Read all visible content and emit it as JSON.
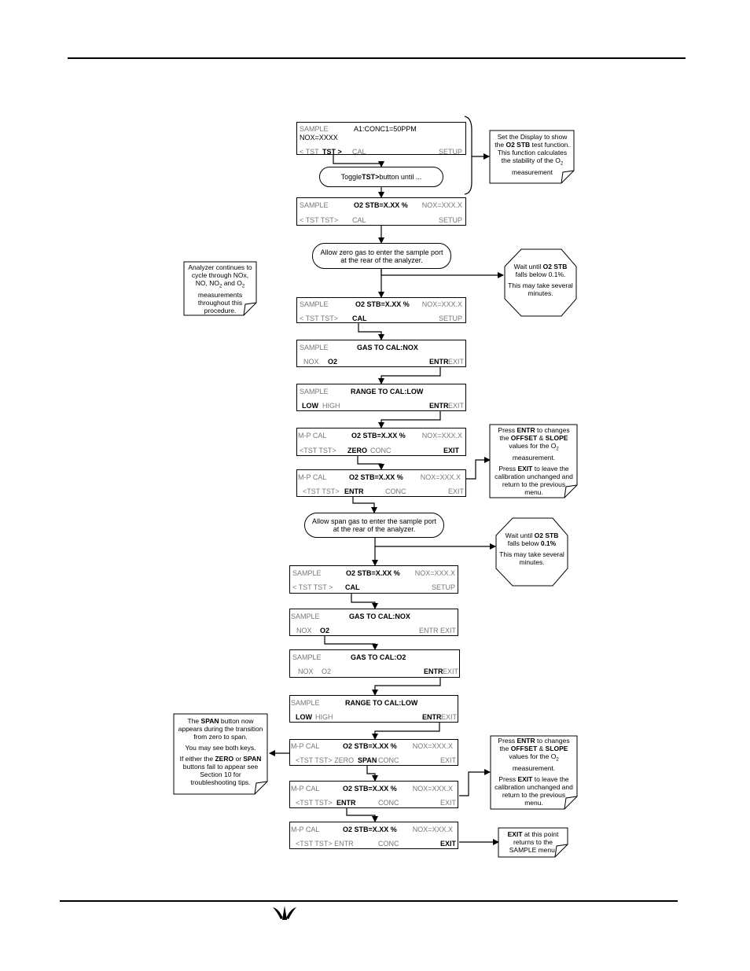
{
  "screens": [
    {
      "l1": {
        "left": "SAMPLE",
        "center": "A1:CONC1=50PPM",
        "right": ""
      },
      "l2": "NOX=XXXX",
      "l3": {
        "left": "< TST",
        "b1": "TST >",
        "mid": "CAL",
        "right": "SETUP"
      }
    },
    {
      "l1": {
        "left": "SAMPLE",
        "center": "O2 STB=X.XX %",
        "right": "NOX=XXX.X"
      },
      "l3": {
        "left": "< TST  TST>",
        "mid": "CAL",
        "right": "SETUP"
      }
    },
    {
      "l1": {
        "left": "SAMPLE",
        "center": "O2 STB=X.XX %",
        "right": "NOX=XXX.X"
      },
      "l3": {
        "left": "< TST  TST>",
        "mid": "CAL",
        "right": "SETUP"
      }
    },
    {
      "l1": {
        "left": "SAMPLE",
        "center": "GAS TO CAL:NOX"
      },
      "l3": {
        "left": "NOX",
        "b1": "O2",
        "b2": "ENTR",
        "right": "EXIT"
      }
    },
    {
      "l1": {
        "left": "SAMPLE",
        "center": "RANGE TO CAL:LOW"
      },
      "l3": {
        "left": "HIGH",
        "b1": "LOW",
        "b2": "ENTR",
        "right": "EXIT"
      }
    },
    {
      "l1": {
        "left": "M-P CAL",
        "center": "O2 STB=X.XX %",
        "right": "NOX=XXX.X"
      },
      "l3": {
        "left": "<TST  TST>",
        "b1": "ZERO",
        "mid": "CONC",
        "b2": "EXIT"
      }
    },
    {
      "l1": {
        "left": "M-P CAL",
        "center": "O2 STB=X.XX %",
        "right": "NOX=XXX.X"
      },
      "l3": {
        "left": "<TST  TST>",
        "b1": "ENTR",
        "mid": "CONC",
        "right": "EXIT"
      }
    },
    {
      "l1": {
        "left": "SAMPLE",
        "center": "O2 STB=X.XX %",
        "right": "NOX=XXX.X"
      },
      "l3": {
        "left": "< TST  TST >",
        "b1": "CAL",
        "right": "SETUP"
      }
    },
    {
      "l1": {
        "left": "SAMPLE",
        "center": "GAS TO CAL:NOX"
      },
      "l3": {
        "left": "NOX",
        "b1": "O2",
        "right": "ENTR EXIT"
      }
    },
    {
      "l1": {
        "left": "SAMPLE",
        "center": "GAS TO CAL:O2"
      },
      "l3": {
        "left": "NOX",
        "mid": "O2",
        "b2": "ENTR",
        "right": "EXIT"
      }
    },
    {
      "l1": {
        "left": "SAMPLE",
        "center": "RANGE TO CAL:LOW"
      },
      "l3": {
        "left": "HIGH",
        "b1": "LOW",
        "b2": "ENTR",
        "right": "EXIT"
      }
    },
    {
      "l1": {
        "left": "M-P CAL",
        "center": "O2 STB=X.XX %",
        "right": "NOX=XXX.X"
      },
      "l3": {
        "left": "<TST  TST>  ZERO",
        "b1": "SPAN",
        "mid": "CONC",
        "right": "EXIT"
      }
    },
    {
      "l1": {
        "left": "M-P CAL",
        "center": "O2 STB=X.XX %",
        "right": "NOX=XXX.X"
      },
      "l3": {
        "left": "<TST  TST>",
        "b1": "ENTR",
        "mid": "CONC",
        "right": "EXIT"
      }
    },
    {
      "l1": {
        "left": "M-P CAL",
        "center": "O2 STB=X.XX %",
        "right": "NOX=XXX.X"
      },
      "l3": {
        "left": "<TST  TST>  ENTR",
        "mid": "CONC",
        "b2": "EXIT"
      }
    }
  ],
  "pills": {
    "toggle_pre": "Toggle ",
    "toggle_bold": "TST>",
    "toggle_post": " button until ...",
    "zero_gas_1": "Allow zero gas to enter the sample port",
    "zero_gas_2": "at the rear of the analyzer.",
    "span_gas_1": "Allow span gas to enter the sample port",
    "span_gas_2": "at the rear of the analyzer."
  },
  "notes": {
    "display_1": "Set the Display to show",
    "display_2a": "the ",
    "display_2b": "O2 STB",
    "display_2c": " test function.",
    "display_3": "This function calculates",
    "display_4": "the stability of the O",
    "display_4sub": "2",
    "display_5": "measurement",
    "cycle_1": "Analyzer continues to",
    "cycle_2": "cycle through NOx,",
    "cycle_3a": "NO, NO",
    "cycle_3sub": "2",
    "cycle_3b": " and O",
    "cycle_3sub2": "2",
    "cycle_4": "measurements",
    "cycle_5": "throughout this",
    "cycle_6": "procedure.",
    "wait1_1a": "Wait until ",
    "wait1_1b": "O2 STB",
    "wait1_2": "falls below 0.1%.",
    "wait1_3": "This may take several",
    "wait1_4": "minutes.",
    "wait2_1a": "Wait until ",
    "wait2_1b": "O2 STB",
    "wait2_2a": "falls below ",
    "wait2_2b": "0.1%",
    "wait2_3": "This may take several",
    "wait2_4": "minutes.",
    "entr1_1a": "Press ",
    "entr1_1b": "ENTR",
    "entr1_1c": " to changes",
    "entr1_2a": "the ",
    "entr1_2b": "OFFSET",
    "entr1_2c": " & ",
    "entr1_2d": "SLOPE",
    "entr1_3": "values for the O",
    "entr1_3sub": "2",
    "entr1_4": "measurement.",
    "entr1_5a": "Press ",
    "entr1_5b": "EXIT",
    "entr1_5c": " to leave the",
    "entr1_6": "calibration unchanged and",
    "entr1_7": "return to the previous",
    "entr1_8": "menu.",
    "span_1a": "The ",
    "span_1b": "SPAN",
    "span_1c": " button now",
    "span_2": "appears during the transition",
    "span_3": "from zero to span.",
    "span_4": "You may see both keys.",
    "span_5a": "If either the ",
    "span_5b": "ZERO",
    "span_5c": " or ",
    "span_5d": "SPAN",
    "span_6": "buttons fail to appear see",
    "span_7": "Section 10 for",
    "span_8": "troubleshooting tips.",
    "exit_1a": "EXIT",
    "exit_1b": " at this point",
    "exit_2": "returns to the",
    "exit_3": "SAMPLE menu."
  }
}
